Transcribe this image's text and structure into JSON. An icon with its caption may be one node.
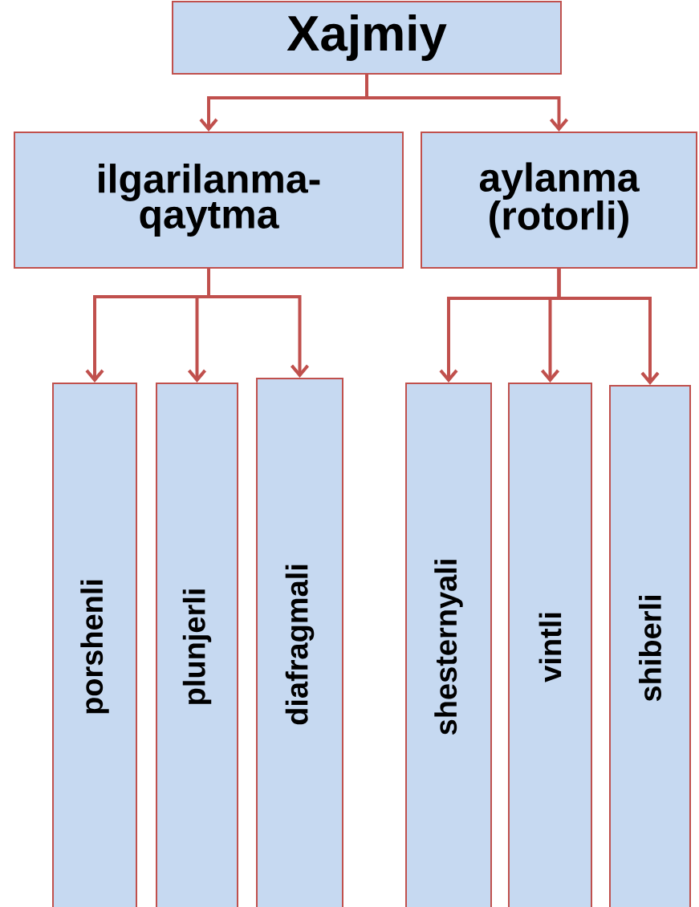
{
  "diagram": {
    "nodes": [
      {
        "text": [
          "Xajmiy"
        ]
      },
      {
        "text": [
          "ilgarilanma- qaytma"
        ]
      },
      {
        "text": [
          "aylanma (rotorli)"
        ]
      },
      {
        "text": [
          "porshenli"
        ]
      },
      {
        "text": [
          "plunjerli"
        ]
      },
      {
        "text": [
          "diafragmali"
        ]
      },
      {
        "text": [
          "shesternyali"
        ]
      },
      {
        "text": [
          "vintli"
        ]
      },
      {
        "text": [
          "shiberli"
        ]
      }
    ],
    "edges": [
      {
        "from": 0,
        "to": 1,
        "arrow": "to"
      },
      {
        "from": 0,
        "to": 2,
        "arrow": "to"
      },
      {
        "from": 1,
        "to": 3,
        "arrow": "to"
      },
      {
        "from": 1,
        "to": 4,
        "arrow": "to"
      },
      {
        "from": 1,
        "to": 5,
        "arrow": "to"
      },
      {
        "from": 2,
        "to": 6,
        "arrow": "to"
      },
      {
        "from": 2,
        "to": 7,
        "arrow": "to"
      },
      {
        "from": 2,
        "to": 8,
        "arrow": "to"
      }
    ]
  }
}
